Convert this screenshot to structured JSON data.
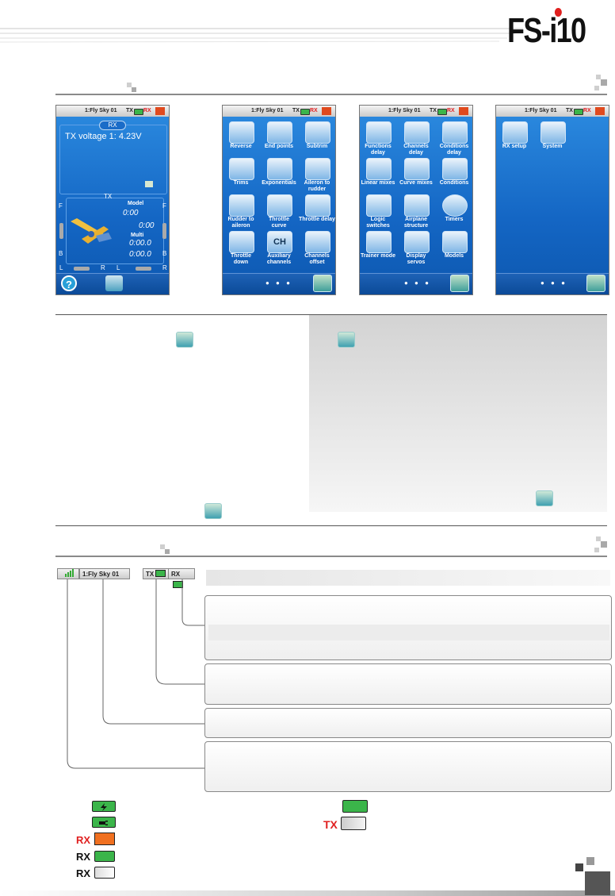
{
  "header": {
    "logo_text": "FS-i10"
  },
  "screen1": {
    "status_name": "1:Fly Sky 01",
    "status_tx": "TX",
    "status_rx": "RX",
    "rx_badge": "RX",
    "voltage": "TX voltage 1: 4.23V",
    "tx_badge": "TX",
    "model_label": "Model",
    "model_time1": "0:00",
    "model_time2": "0:00",
    "multi_label": "Multi",
    "multi_time1": "0:00.0",
    "multi_time2": "0:00.0",
    "left_top": "F",
    "left_bottom": "B",
    "right_top": "F",
    "right_bottom": "B",
    "axis_l1": "L",
    "axis_r1": "R",
    "axis_l2": "L",
    "axis_r2": "R"
  },
  "screen2": {
    "status_name": "1:Fly Sky 01",
    "status_tx": "TX",
    "status_rx": "RX",
    "items": [
      "Reverse",
      "End points",
      "Subtrim",
      "Trims",
      "Exponentials",
      "Aileron to rudder",
      "Rudder to aileron",
      "Throttle curve",
      "Throttle delay",
      "Throttle down",
      "Auxiliary channels",
      "Channels offset"
    ],
    "ch_text": "CH",
    "page_dots": "● ● ●"
  },
  "screen3": {
    "status_name": "1:Fly Sky 01",
    "status_tx": "TX",
    "status_rx": "RX",
    "items": [
      "Functions delay",
      "Channels delay",
      "Conditions delay",
      "Linear mixes",
      "Curve mixes",
      "Conditions",
      "Logic switches",
      "Airplane structure",
      "Timers",
      "Trainer mode",
      "Display servos",
      "Models"
    ],
    "page_dots": "● ● ●"
  },
  "screen4": {
    "status_name": "1:Fly Sky 01",
    "status_tx": "TX",
    "status_rx": "RX",
    "items": [
      "RX setup",
      "System"
    ],
    "page_dots": "● ● ●"
  },
  "statusbar_demo": {
    "name": "1:Fly Sky 01",
    "tx": "TX",
    "rx": "RX"
  },
  "legend": {
    "rx": "RX",
    "tx": "TX"
  },
  "colors": {
    "screen_blue": "#1466c4",
    "battery_green": "#3bb54a",
    "alert_red": "#e02020"
  }
}
